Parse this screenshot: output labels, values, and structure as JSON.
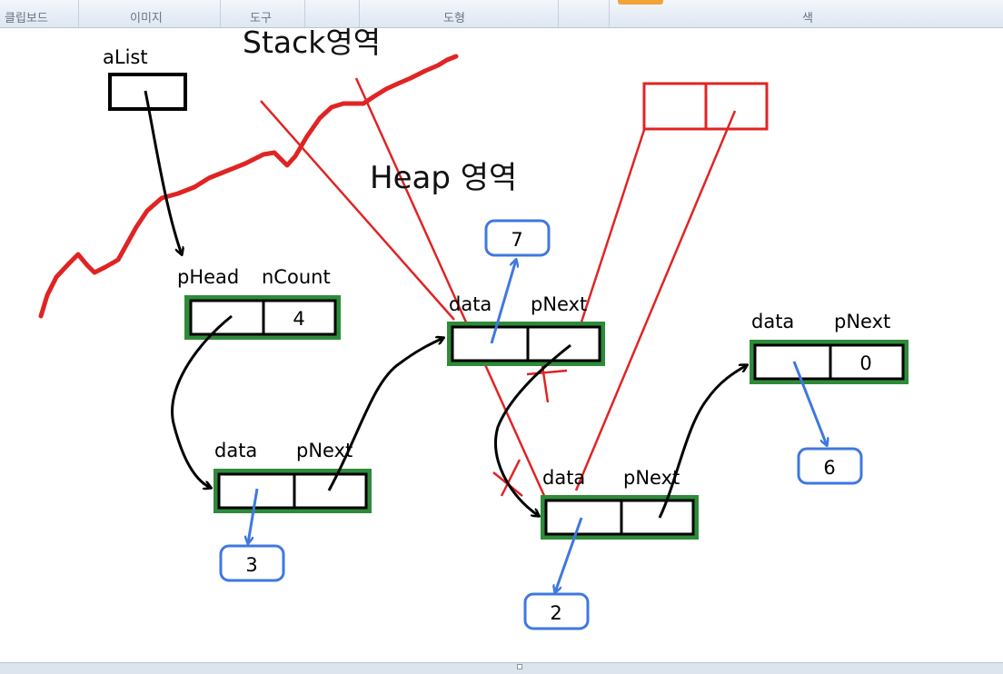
{
  "ribbon": {
    "groups": [
      "클립보드",
      "이미지",
      "도구",
      "도형",
      "색"
    ]
  },
  "diagram": {
    "stack_label": "Stack영역",
    "heap_label": "Heap 영역",
    "alist_label": "aList",
    "head_fields": [
      "pHead",
      "nCount"
    ],
    "ncount_value": "4",
    "node_fields": [
      "data",
      "pNext"
    ],
    "tail_pnext_value": "0",
    "data_values": [
      "3",
      "7",
      "2",
      "6"
    ],
    "colors": {
      "box_border": "#2e8b3a",
      "value_bubble": "#3f78e0",
      "annotation": "#e02424",
      "pointer": "#000000"
    }
  }
}
